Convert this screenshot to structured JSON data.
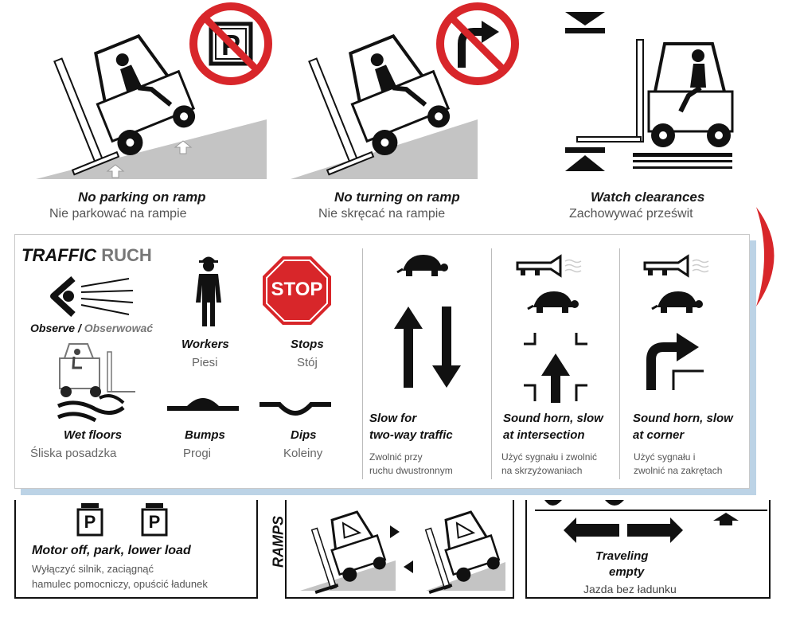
{
  "top_signs": [
    {
      "en": "No parking on ramp",
      "pl": "Nie parkować na rampie"
    },
    {
      "en": "No turning on ramp",
      "pl": "Nie skręcać na rampie"
    },
    {
      "en": "Watch clearances",
      "pl": "Zachowywać prześwit"
    }
  ],
  "traffic": {
    "title_en": "TRAFFIC",
    "title_pl": "RUCH",
    "observe_en": "Observe",
    "observe_sep": "/",
    "observe_pl": "Obserwować",
    "workers_en": "Workers",
    "workers_pl": "Piesi",
    "stop_sign": "STOP",
    "stops_en": "Stops",
    "stops_pl": "Stój",
    "wet_en": "Wet floors",
    "wet_pl": "Śliska posadzka",
    "bumps_en": "Bumps",
    "bumps_pl": "Progi",
    "dips_en": "Dips",
    "dips_pl": "Koleiny",
    "slow_en_1": "Slow for",
    "slow_en_2": "two-way traffic",
    "slow_pl_1": "Zwolnić przy",
    "slow_pl_2": "ruchu dwustronnym",
    "horn_int_en_1": "Sound horn, slow",
    "horn_int_en_2": "at intersection",
    "horn_int_pl_1": "Użyć sygnału i zwolnić",
    "horn_int_pl_2": "na skrzyżowaniach",
    "horn_cor_en_1": "Sound horn, slow",
    "horn_cor_en_2": "at corner",
    "horn_cor_pl_1": "Użyć sygnału i",
    "horn_cor_pl_2": "zwolnić na zakrętach"
  },
  "bottom": {
    "p_letter": "P",
    "park_en": "Motor off, park, lower load",
    "park_pl_1": "Wyłączyć silnik, zaciągnąć",
    "park_pl_2": "hamulec pomocniczy, opuścić ładunek",
    "ramps": "RAMPS",
    "travel_en_1": "Traveling",
    "travel_en_2": "empty",
    "travel_pl": "Jazda bez ładunku"
  },
  "colors": {
    "prohibition_red": "#d8262a",
    "panel_shadow": "#bcd3e6",
    "ramp_gray": "#c4c4c4"
  }
}
